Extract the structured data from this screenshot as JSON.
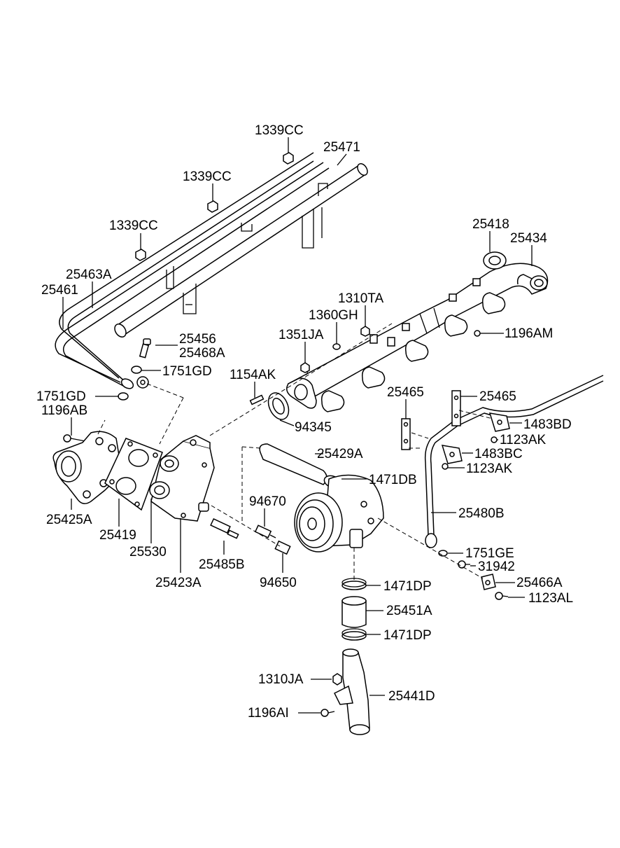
{
  "labels": {
    "l1339cc_a": "1339CC",
    "l25471": "25471",
    "l1339cc_b": "1339CC",
    "l1339cc_c": "1339CC",
    "l25418": "25418",
    "l25434": "25434",
    "l25463a": "25463A",
    "l25461": "25461",
    "l1310ta": "1310TA",
    "l1360gh": "1360GH",
    "l1351ja": "1351JA",
    "l1196am": "1196AM",
    "l25456": "25456",
    "l25468a": "25468A",
    "l1751gd_a": "1751GD",
    "l1154ak": "1154AK",
    "l1751gd_b": "1751GD",
    "l1196ab": "1196AB",
    "l25465_a": "25465",
    "l25465_b": "25465",
    "l94345": "94345",
    "l1483bd": "1483BD",
    "l1123ak_a": "1123AK",
    "l25429a": "25429A",
    "l1483bc": "1483BC",
    "l1123ak_b": "1123AK",
    "l1471db": "1471DB",
    "l25425a": "25425A",
    "l25480b": "25480B",
    "l94670": "94670",
    "l25419": "25419",
    "l25530": "25530",
    "l1751ge": "1751GE",
    "l25485b": "25485B",
    "l31942": "31942",
    "l25466a": "25466A",
    "l25423a": "25423A",
    "l94650": "94650",
    "l1471dp_a": "1471DP",
    "l1123al": "1123AL",
    "l25451a": "25451A",
    "l1471dp_b": "1471DP",
    "l1310ja": "1310JA",
    "l25441d": "25441D",
    "l1196ai": "1196AI"
  }
}
